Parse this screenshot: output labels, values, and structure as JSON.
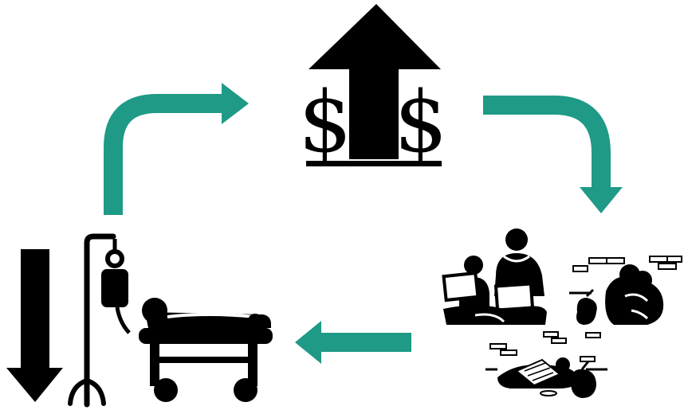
{
  "diagram": {
    "type": "cycle",
    "stages": [
      {
        "id": "rising-costs",
        "icon": "rising-dollar-arrow-icon"
      },
      {
        "id": "poverty-homelessness",
        "icon": "homeless-people-icon"
      },
      {
        "id": "declining-health",
        "icon": "hospital-bed-patient-icon"
      }
    ],
    "connectors": [
      {
        "from": "declining-health",
        "to": "rising-costs",
        "icon": "curved-arrow-up-right-icon"
      },
      {
        "from": "rising-costs",
        "to": "poverty-homelessness",
        "icon": "curved-arrow-right-down-icon"
      },
      {
        "from": "poverty-homelessness",
        "to": "declining-health",
        "icon": "arrow-left-icon"
      }
    ],
    "dollar_symbol": "$",
    "colors": {
      "connector": "#1e9a87",
      "icon": "#000000",
      "background": "#ffffff"
    }
  }
}
